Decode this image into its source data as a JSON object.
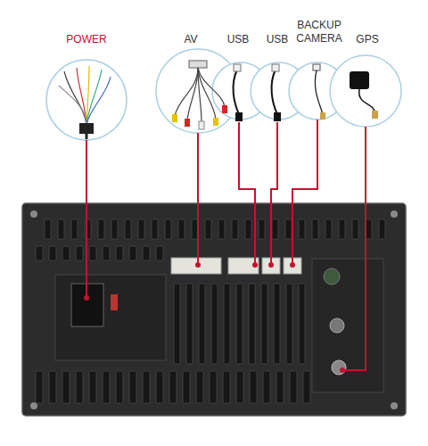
{
  "diagram": {
    "labels": [
      "POWER",
      "AV",
      "USB",
      "USB",
      "BACKUP CAMERA",
      "GPS"
    ]
  }
}
